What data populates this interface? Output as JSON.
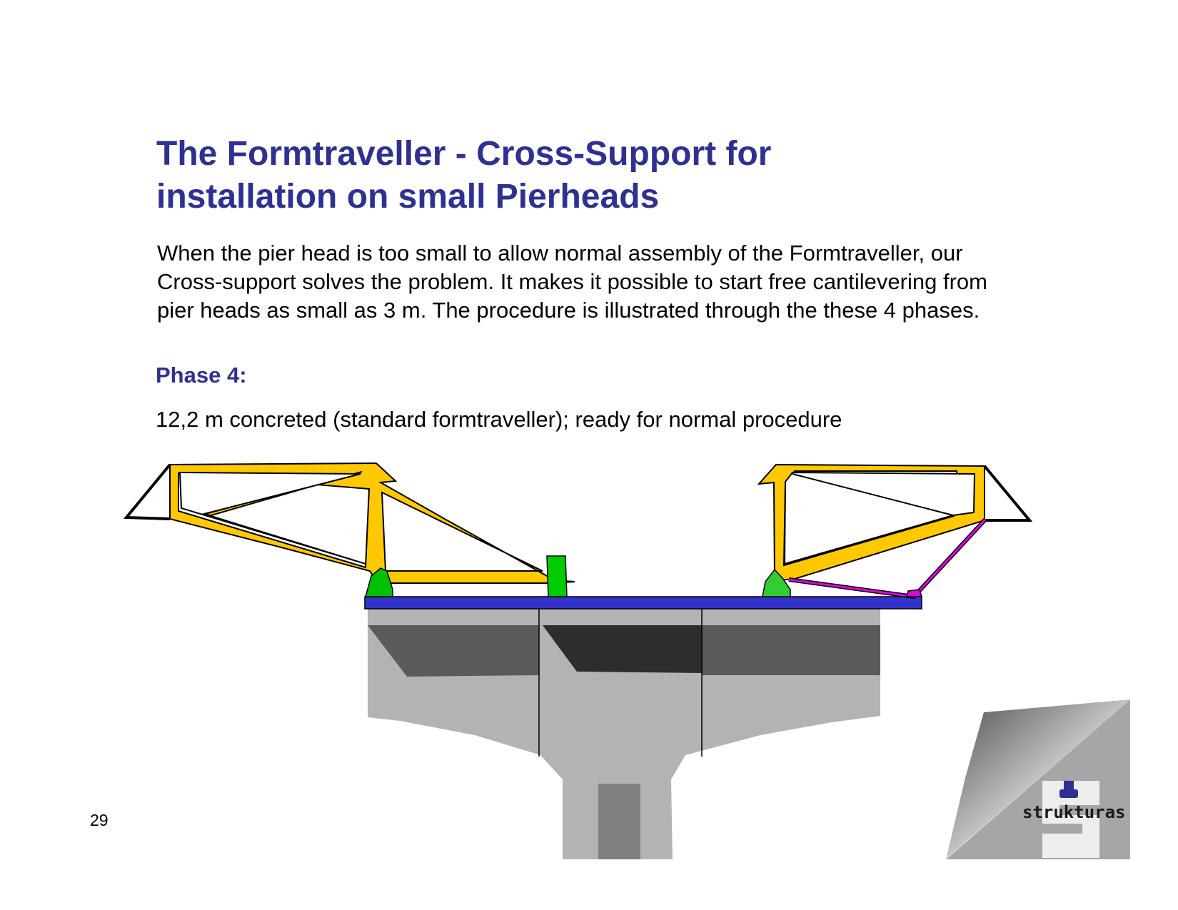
{
  "slide": {
    "title_lines": [
      "The Formtraveller - Cross-Support for",
      "installation on small Pierheads"
    ],
    "body_lines": [
      "When the pier head is too small to allow normal assembly of the Formtraveller, our",
      "Cross-support solves the problem. It makes it possible to start free cantilevering from",
      "pier heads as small as 3 m. The procedure is illustrated through the these 4 phases."
    ],
    "phase_heading": "Phase 4:",
    "phase_description": "12,2 m concreted (standard formtraveller); ready for normal procedure",
    "page_number": "29"
  },
  "logo": {
    "text": "strukturas"
  },
  "colors": {
    "title": "#2e3192",
    "truss_yellow": "#ffc800",
    "support_green": "#00c000",
    "rail_blue": "#3333cc",
    "cross_support_magenta": "#e000e0",
    "concrete_light": "#b3b3b3",
    "concrete_dark": "#5a5a5a"
  }
}
